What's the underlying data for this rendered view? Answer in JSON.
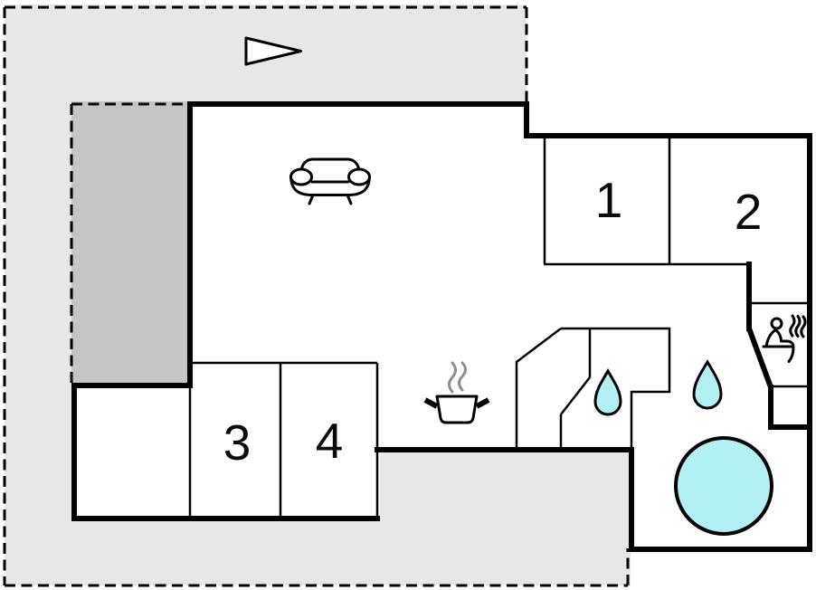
{
  "plan": {
    "type": "holiday-house floor plan",
    "rooms": [
      {
        "label": "1"
      },
      {
        "label": "2"
      },
      {
        "label": "3"
      },
      {
        "label": "4"
      }
    ],
    "areas": [
      {
        "name": "terrace"
      },
      {
        "name": "carport"
      },
      {
        "name": "living-room"
      },
      {
        "name": "kitchen"
      },
      {
        "name": "shower-room"
      },
      {
        "name": "bathroom"
      },
      {
        "name": "sauna"
      },
      {
        "name": "entrance-room"
      }
    ],
    "icons": [
      {
        "name": "direction-arrow"
      },
      {
        "name": "sofa"
      },
      {
        "name": "cooking-pot"
      },
      {
        "name": "shower-drop-1"
      },
      {
        "name": "shower-drop-2"
      },
      {
        "name": "sauna-person"
      },
      {
        "name": "hot-tub"
      }
    ],
    "colors": {
      "terrace": "#e7e7e7",
      "carport": "#c5c5c5",
      "floor": "#ffffff",
      "wall": "#000000",
      "water": "#b2f0f4",
      "steam": "#8f8f8f"
    }
  }
}
